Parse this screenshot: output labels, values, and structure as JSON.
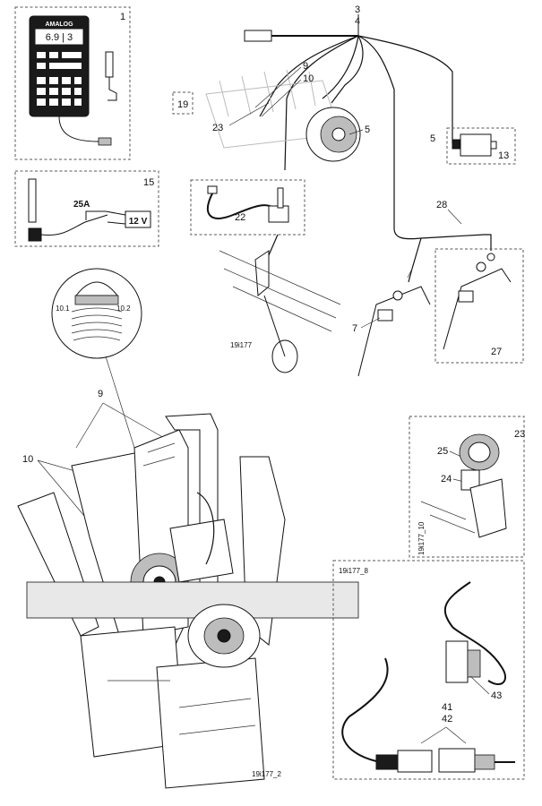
{
  "panel": {
    "brand": "AMALOG",
    "display": "6.9 | 3"
  },
  "labels": {
    "p1": "1",
    "p3": "3",
    "p4": "4",
    "p5a": "5",
    "p5b": "5",
    "p7": "7",
    "p9a": "9",
    "p9b": "9",
    "p10a": "10",
    "p10b": "10",
    "p10_1": "10.1",
    "p10_2": "10.2",
    "p13": "13",
    "p15": "15",
    "p19": "19",
    "p22": "22",
    "p23a": "23",
    "p23b": "23",
    "p24": "24",
    "p25": "25",
    "p27": "27",
    "p28": "28",
    "p41": "41",
    "p42": "42",
    "p43": "43"
  },
  "power": {
    "fuse": "25A",
    "voltage": "12 V"
  },
  "codes": {
    "main": "19i177",
    "detail_10": "19i177_10",
    "detail_8": "19i177_8",
    "detail_2": "19i177_2"
  }
}
